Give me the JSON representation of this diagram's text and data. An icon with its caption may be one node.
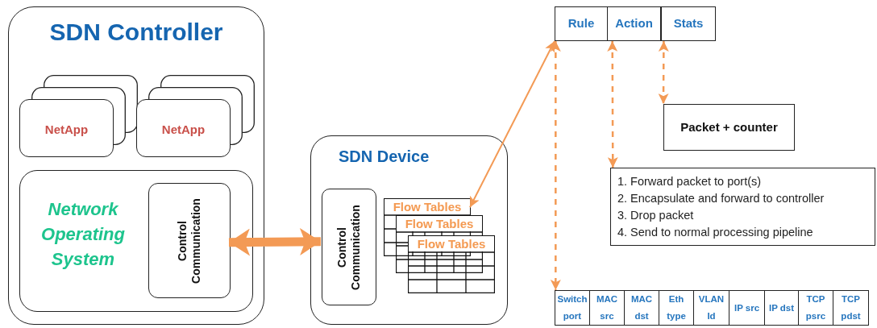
{
  "diagram": {
    "nodes": [
      {
        "text": [
          "SDN Controller"
        ]
      },
      {
        "text": [
          "NetApp"
        ],
        "in": 0
      },
      {
        "text": [
          "NetApp"
        ],
        "in": 0
      },
      {
        "text": [
          "Network Operating System"
        ],
        "in": 0
      },
      {
        "text": [
          "Control Communication"
        ],
        "in": 3
      },
      {
        "text": [
          "SDN Device"
        ]
      },
      {
        "text": [
          "Control Communication"
        ],
        "in": 5
      },
      {
        "text": [
          "Flow Tables"
        ],
        "in": 5
      },
      {
        "text": [
          "Flow Tables"
        ],
        "in": 5
      },
      {
        "text": [
          "Flow Tables"
        ],
        "in": 5
      },
      {
        "text": [
          "Rule"
        ]
      },
      {
        "text": [
          "Action"
        ]
      },
      {
        "text": [
          "Stats"
        ]
      },
      {
        "text": [
          "Packet + counter"
        ]
      },
      {
        "text": [
          "1. Forward packet to port(s)",
          "2. Encapsulate and forward to controller",
          "3. Drop packet",
          "4. Send to normal processing pipeline"
        ]
      },
      {
        "text": [
          "Switch port"
        ]
      },
      {
        "text": [
          "MAC src"
        ]
      },
      {
        "text": [
          "MAC dst"
        ]
      },
      {
        "text": [
          "Eth type"
        ]
      },
      {
        "text": [
          "VLAN Id"
        ]
      },
      {
        "text": [
          "IP src"
        ]
      },
      {
        "text": [
          "IP dst"
        ]
      },
      {
        "text": [
          "TCP psrc"
        ]
      },
      {
        "text": [
          "TCP pdst"
        ]
      }
    ],
    "edges": [
      {
        "from": 4,
        "to": 6,
        "arrow": "both",
        "style": "thick"
      },
      {
        "from": 7,
        "to": 10,
        "arrow": "both"
      },
      {
        "from": 10,
        "to": 15,
        "arrow": "both",
        "style": "dashed"
      },
      {
        "from": 11,
        "to": 14,
        "arrow": "both",
        "style": "dashed"
      },
      {
        "from": 12,
        "to": 13,
        "arrow": "both",
        "style": "dashed"
      }
    ]
  }
}
